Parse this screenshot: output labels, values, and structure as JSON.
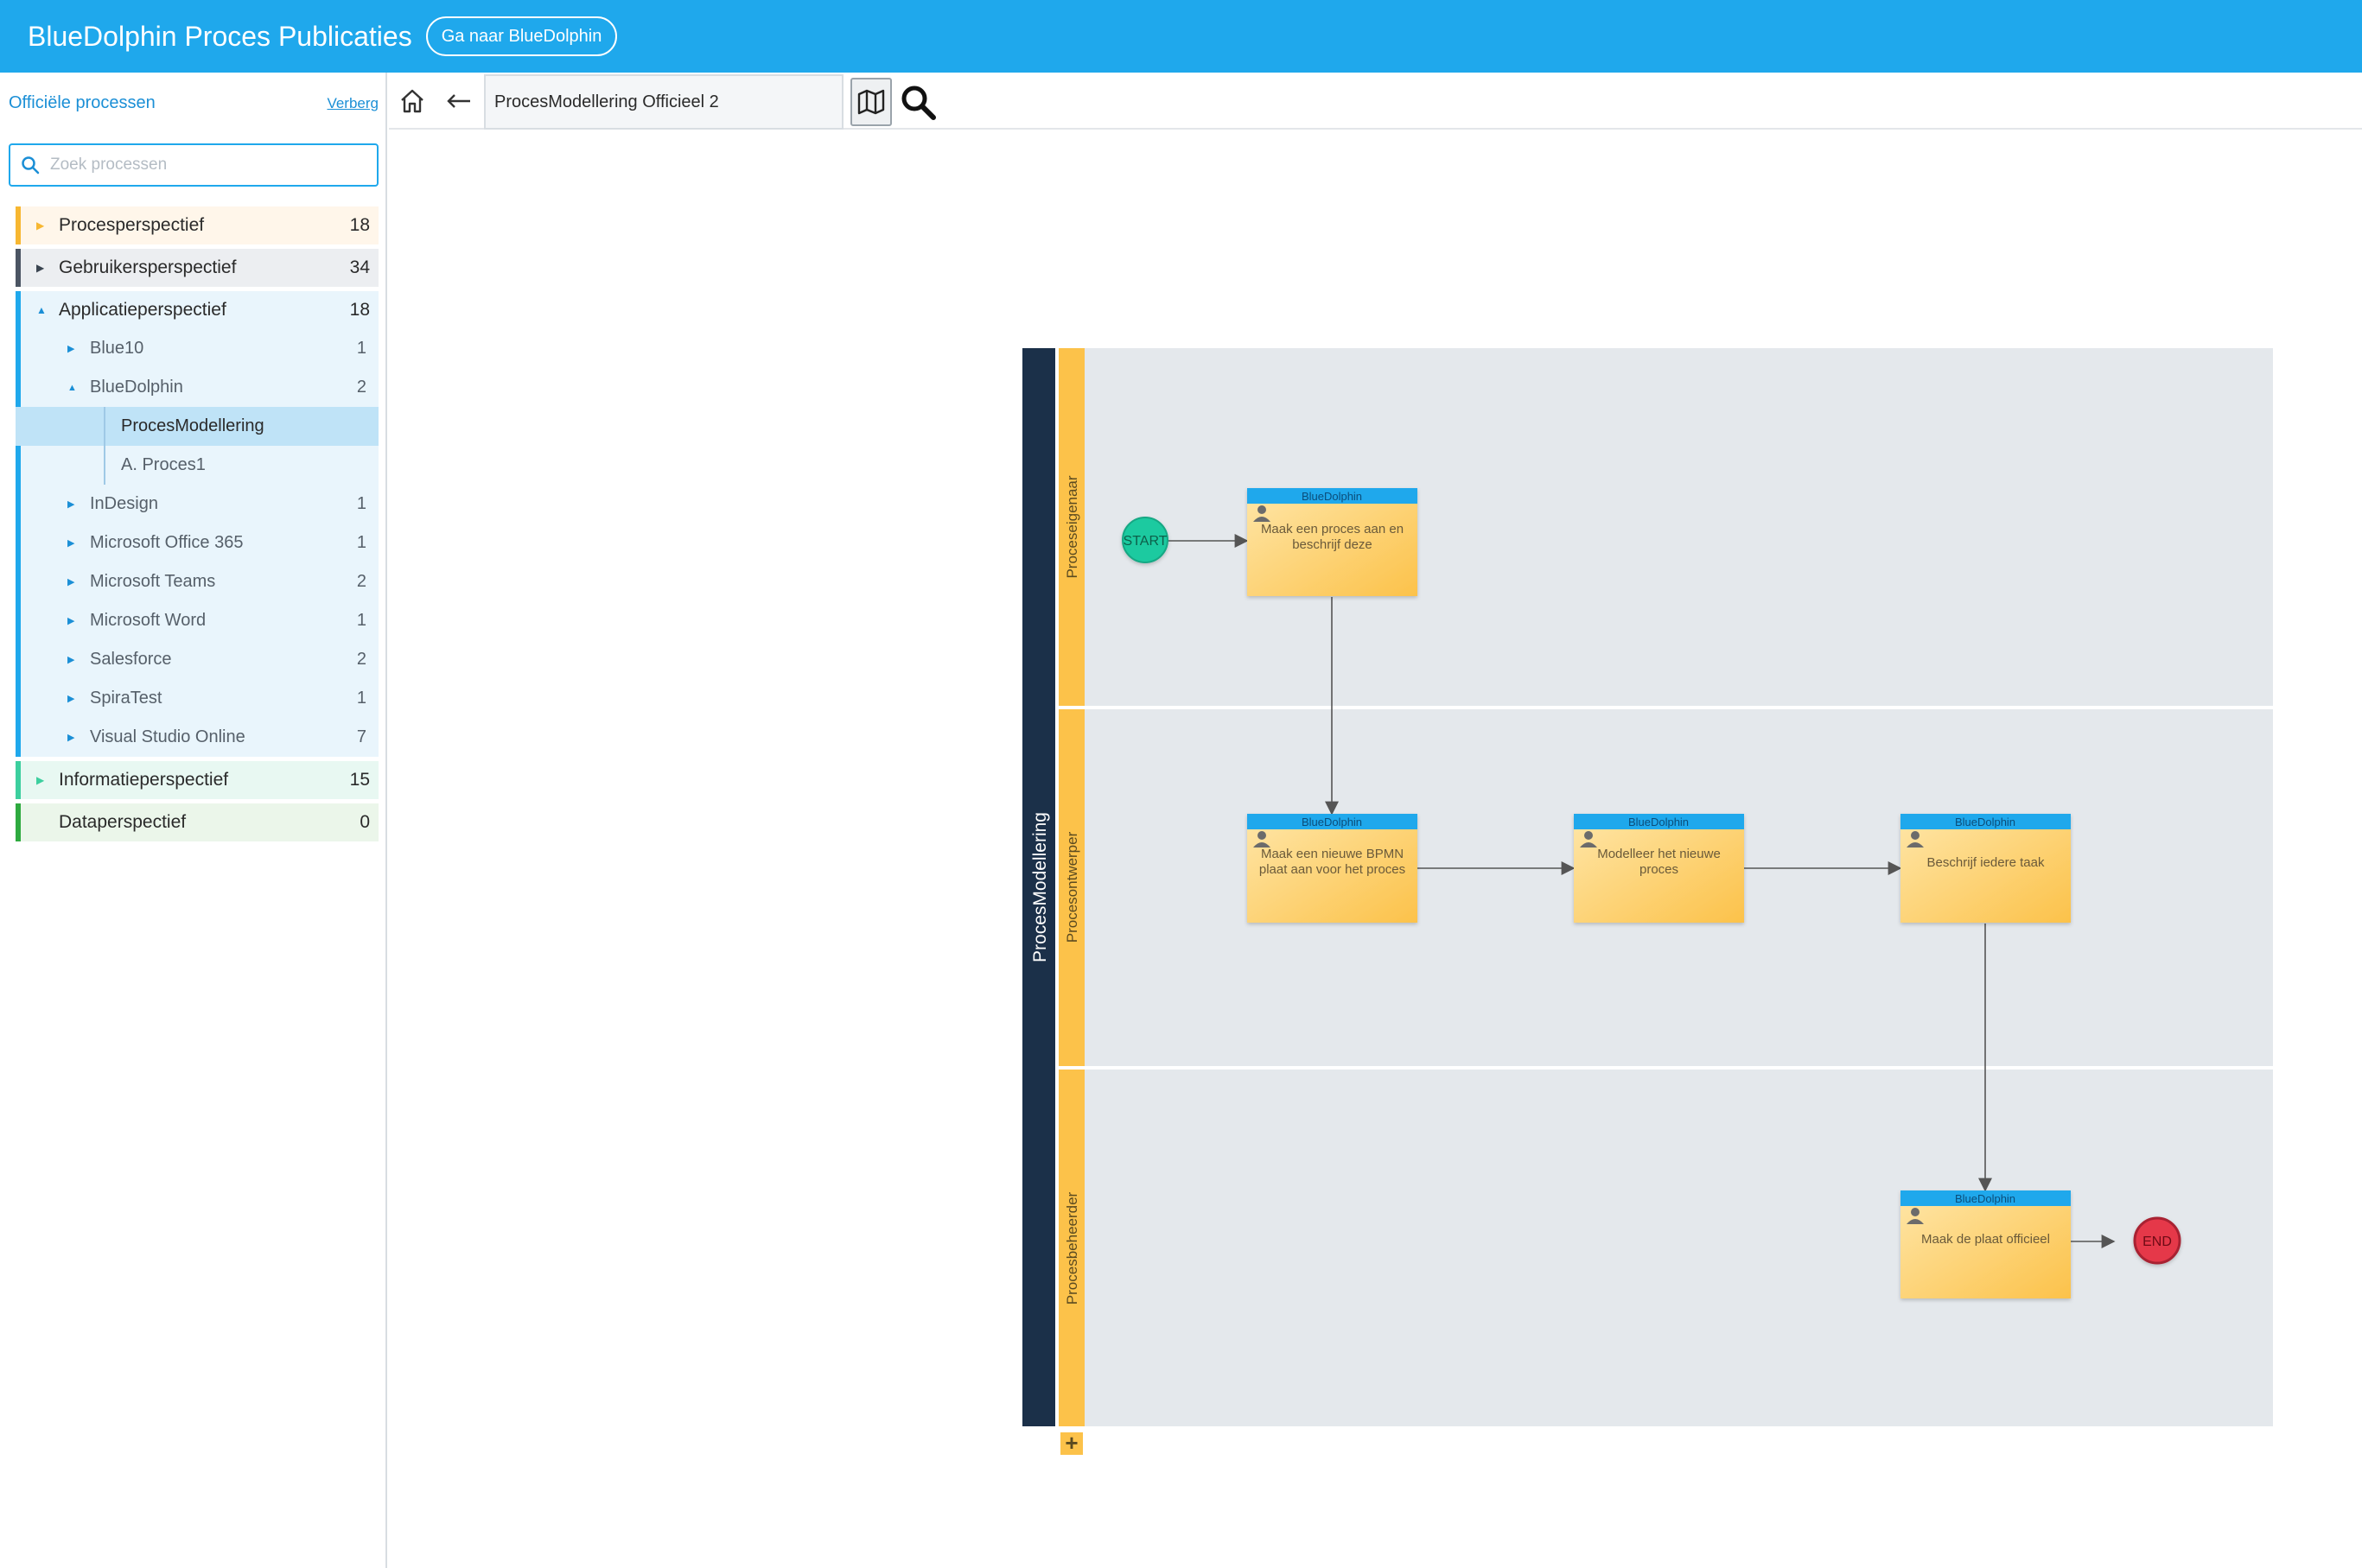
{
  "header": {
    "title": "BlueDolphin Proces Publicaties",
    "goto_button": "Ga naar BlueDolphin"
  },
  "sidebar": {
    "title": "Officiële processen",
    "hide_link": "Verberg",
    "search_placeholder": "Zoek processen",
    "categories": [
      {
        "label": "Procesperspectief",
        "count": "18",
        "color": "#f7b731",
        "bg": "#fff6ea"
      },
      {
        "label": "Gebruikersperspectief",
        "count": "34",
        "color": "#4b5563",
        "bg": "#eceef1"
      },
      {
        "label": "Applicatieperspectief",
        "count": "18",
        "color": "#1fa8ec",
        "bg": "#e9f5fc"
      },
      {
        "label": "Informatieperspectief",
        "count": "15",
        "color": "#3ccf9e",
        "bg": "#e8f8f2"
      },
      {
        "label": "Dataperspectief",
        "count": "0",
        "color": "#2eaa3f",
        "bg": "#ebf6ea"
      }
    ],
    "apps": [
      {
        "label": "Blue10",
        "count": "1"
      },
      {
        "label": "BlueDolphin",
        "count": "2"
      },
      {
        "label": "InDesign",
        "count": "1"
      },
      {
        "label": "Microsoft Office 365",
        "count": "1"
      },
      {
        "label": "Microsoft Teams",
        "count": "2"
      },
      {
        "label": "Microsoft Word",
        "count": "1"
      },
      {
        "label": "Salesforce",
        "count": "2"
      },
      {
        "label": "SpiraTest",
        "count": "1"
      },
      {
        "label": "Visual Studio Online",
        "count": "7"
      }
    ],
    "bluedolphin_children": [
      "ProcesModellering",
      "A. Proces1"
    ]
  },
  "toolbar": {
    "breadcrumb": "ProcesModellering Officieel 2",
    "icons": [
      "home-icon",
      "back-arrow-icon",
      "map-icon",
      "search-icon"
    ]
  },
  "diagram": {
    "pool_name": "ProcesModellering",
    "lanes": [
      "Proceseigenaar",
      "Procesontwerper",
      "Procesbeheerder"
    ],
    "start_label": "START",
    "end_label": "END",
    "task_header": "BlueDolphin",
    "tasks": [
      "Maak een proces aan en beschrijf deze",
      "Maak een nieuwe BPMN plaat aan voor het proces",
      "Modelleer het nieuwe proces",
      "Beschrijf iedere taak",
      "Maak de plaat officieel"
    ],
    "add_lane_symbol": "+",
    "colors": {
      "pool": "#1b3049",
      "lane_label": "#fcc24a",
      "lane_bg": "#e4e8ec",
      "task_header": "#1fa8ec",
      "task_body": "#fdd27a",
      "start": "#1fcaa0",
      "end": "#e5384a"
    }
  }
}
